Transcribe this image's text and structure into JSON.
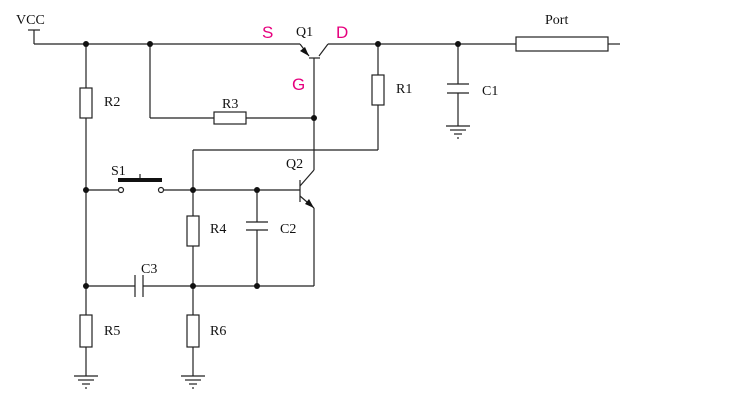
{
  "labels": {
    "vcc": "VCC",
    "port": "Port",
    "q1": "Q1",
    "q2": "Q2",
    "r1": "R1",
    "r2": "R2",
    "r3": "R3",
    "r4": "R4",
    "r5": "R5",
    "r6": "R6",
    "c1": "C1",
    "c2": "C2",
    "c3": "C3",
    "s1": "S1"
  },
  "pin_labels": {
    "source": "S",
    "drain": "D",
    "gate": "G"
  },
  "colors": {
    "wire": "#222222",
    "pin_label": "#e6007e"
  }
}
